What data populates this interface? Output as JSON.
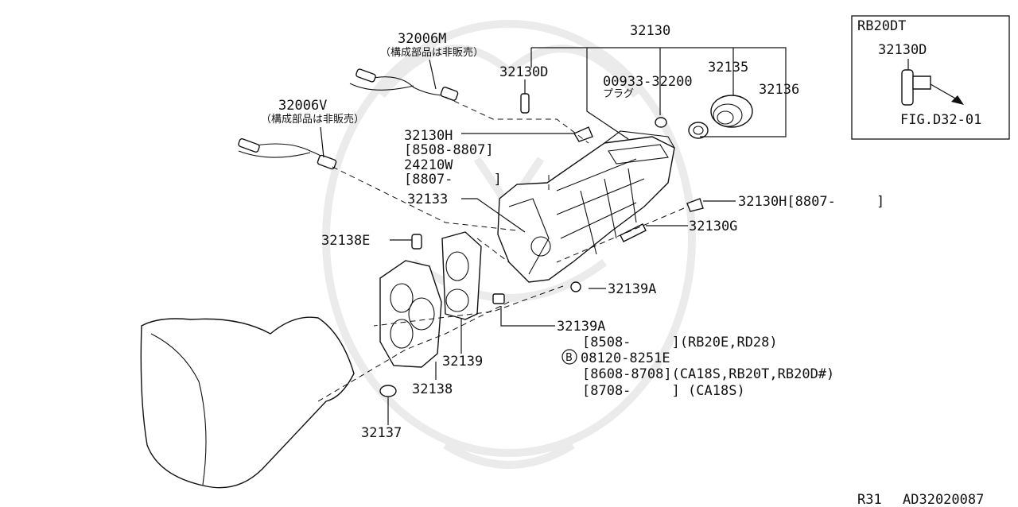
{
  "diagram": {
    "labels": {
      "p32130": "32130",
      "p32006M": "32006M",
      "note_M": "（構成部品は非販売）",
      "p32130D": "32130D",
      "p00933": "00933-32200",
      "plug": "プラグ",
      "p32135": "32135",
      "p32136": "32136",
      "p32006V": "32006V",
      "note_V": "（構成部品は非販売）",
      "p32130H": "32130H",
      "d8508_8807": "[8508-8807]",
      "p24210W": "24210W",
      "d8807": "[8807-     ]",
      "p32133": "32133",
      "p32130H2": "32130H[8807-     ]",
      "p32130G": "32130G",
      "p32138E": "32138E",
      "p32139A_1": "32139A",
      "p32139A_2": "32139A",
      "d8508_rb": "[8508-     ](RB20E,RD28)",
      "bolt_circle": "B",
      "p08120": "08120-8251E",
      "d8608_8708": "[8608-8708](CA18S,RB20T,RB20D#)",
      "d8708": "[8708-     ] (CA18S)",
      "p32139": "32139",
      "p32138": "32138",
      "p32137": "32137"
    },
    "inset": {
      "title": "RB20DT",
      "part": "32130D",
      "ref": "FIG.D32-01"
    },
    "footer": {
      "model": "R31",
      "code": "AD32020087"
    }
  }
}
